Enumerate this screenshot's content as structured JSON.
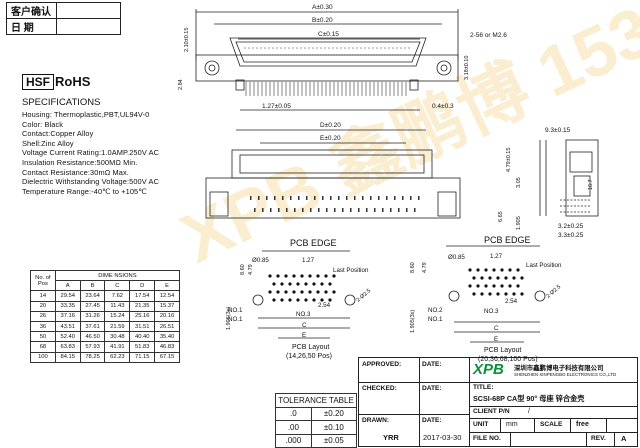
{
  "customer_block": {
    "row1": "客户确认",
    "row2": "日 期"
  },
  "badges": {
    "hsf": "HSF",
    "rohs": "RoHS"
  },
  "specifications": {
    "heading": "SPECIFICATIONS",
    "lines": [
      "Housing: Thermoplastic,PBT,UL94V-0",
      "Color: Black",
      "Contact:Copper Alloy",
      "Shell:Zinc Alloy",
      "Voltage Current Rating:1.0AMP.250V AC",
      "Insulation Resistance:500MΩ  Min.",
      "Contact Resistance:30mΩ   Max.",
      "Dielectric Withstanding Voltage:500V AC",
      "Temperature Range:-40℃ to +105℃"
    ]
  },
  "dims_table": {
    "title": "DIME NSIONS",
    "headers": [
      "No. of Pos",
      "A",
      "B",
      "C",
      "D",
      "E"
    ],
    "rows": [
      [
        "14",
        "29.54",
        "23.64",
        "7.62",
        "17.54",
        "12.54"
      ],
      [
        "20",
        "33.35",
        "27.45",
        "11.43",
        "21.35",
        "15.37"
      ],
      [
        "26",
        "37.16",
        "31.26",
        "15.24",
        "25.16",
        "20.16"
      ],
      [
        "36",
        "43.51",
        "37.61",
        "21.59",
        "31.51",
        "26.51"
      ],
      [
        "50",
        "52.40",
        "46.50",
        "30.48",
        "40.40",
        "35.40"
      ],
      [
        "68",
        "63.83",
        "57.93",
        "41.91",
        "51.83",
        "46.83"
      ],
      [
        "100",
        "84.15",
        "78.25",
        "62.23",
        "71.15",
        "67.15"
      ]
    ]
  },
  "tolerance": {
    "title": "TOLERANCE  TABLE",
    "rows": [
      [
        ".0",
        "±0.20"
      ],
      [
        ".00",
        "±0.10"
      ],
      [
        ".000",
        "±0.05"
      ]
    ]
  },
  "drawing": {
    "top_dims": [
      "A±0.30",
      "B±0.20",
      "C±0.15",
      "2.10±0.15",
      "2-56 or M2.6",
      "3.18±0.10",
      "2.84",
      "1.27±0.05",
      "0.4±0.3"
    ],
    "middle_dims": [
      "D±0.20",
      "E±0.20",
      "9.3±0.15",
      "4.79±0.15",
      "3.05",
      "16.7",
      "6.65",
      "1.905",
      "3.2±0.25",
      "3.3±0.25"
    ],
    "pcb_left": {
      "edge": "PCB EDGE",
      "caption1": "PCB Layout",
      "caption2": "(14,26,50 Pos)",
      "phi": "Ø0.85",
      "pitch": "1.27",
      "last": "Last Position",
      "no1": "NO.1",
      "no3": "NO.3",
      "hole": "2-Ø2.5",
      "c": "C",
      "e": "E",
      "d254": "2.54",
      "v860": "8.60",
      "v479": "4.79",
      "v1905": "1.905(3x)"
    },
    "pcb_right": {
      "edge": "PCB EDGE",
      "caption1": "PCB Layout",
      "caption2": "(20,36,68,100 Pos)",
      "phi": "Ø0.85",
      "pitch": "1.27",
      "last": "Last Position",
      "no1": "NO.1",
      "no2": "NO.2",
      "no3": "NO.3",
      "hole": "2-Ø2.5",
      "c": "C",
      "e": "E",
      "d254": "2.54",
      "v860": "8.60",
      "v479": "4.79",
      "v1905": "1.905(3x)"
    },
    "watermark": "XPB 鑫鹏博 153"
  },
  "title_block": {
    "approved": "APPROVED:",
    "checked": "CHECKED:",
    "drawn": "DRAWN:",
    "drawn_by": "YRR",
    "date": "DATE:",
    "date_value": "2017-03-30",
    "logo": "XPB",
    "company_cn": "深圳市鑫鹏博电子科技有限公司",
    "company_en": "SHENZHEN XINPENGBO ELECTRONICS CO.,LTD",
    "title_label": "TITLE:",
    "title_value": "SCSI-68P CA型 90° 母座 锌合金壳",
    "client_pn": "CLIENT P/N",
    "client_pn_value": "/",
    "unit": "UNIT",
    "unit_value": "mm",
    "scale": "SCALE",
    "scale_value": "free",
    "file_no": "FILE NO.",
    "rev": "REV.",
    "rev_value": "A"
  }
}
